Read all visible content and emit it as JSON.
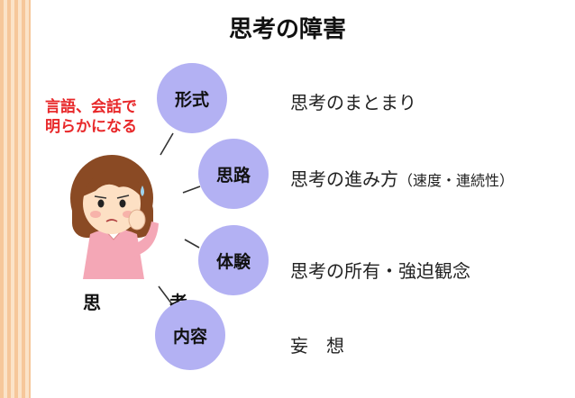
{
  "title": "思考の障害",
  "note": {
    "line1": "言語、会話で",
    "line2": "明らかになる"
  },
  "person_label": "思　考",
  "items": [
    {
      "circle": "形式",
      "desc": "思考のまとまり",
      "desc_sub": ""
    },
    {
      "circle": "思路",
      "desc": "思考の進み方",
      "desc_sub": "（速度・連続性）"
    },
    {
      "circle": "体験",
      "desc": "思考の所有・強迫観念",
      "desc_sub": ""
    },
    {
      "circle": "内容",
      "desc": "妄　想",
      "desc_sub": ""
    }
  ],
  "colors": {
    "circle": "#b3b1f3",
    "note": "#e8282a",
    "stripe": "#f6c79a"
  }
}
